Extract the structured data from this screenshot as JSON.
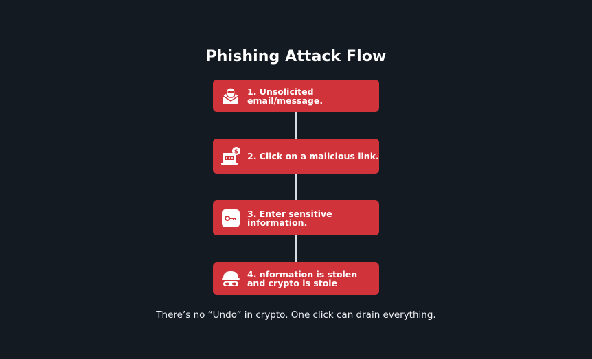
{
  "diagram": {
    "title": "Phishing Attack Flow",
    "steps": [
      {
        "label": "1. Unsolicited email/message.",
        "icon": "hacker-email-icon"
      },
      {
        "label": "2. Click on a malicious link.",
        "icon": "laptop-dollar-icon"
      },
      {
        "label": "3. Enter sensitive information.",
        "icon": "key-icon"
      },
      {
        "label": "4. nformation is stolen and crypto is stole",
        "icon": "masked-thief-icon"
      }
    ],
    "footer": "There’s no “Undo” in crypto. One click can drain everything."
  },
  "colors": {
    "background": "#131a22",
    "step_fill": "#d0343a",
    "connector": "#d8dbe0",
    "text": "#ffffff"
  }
}
